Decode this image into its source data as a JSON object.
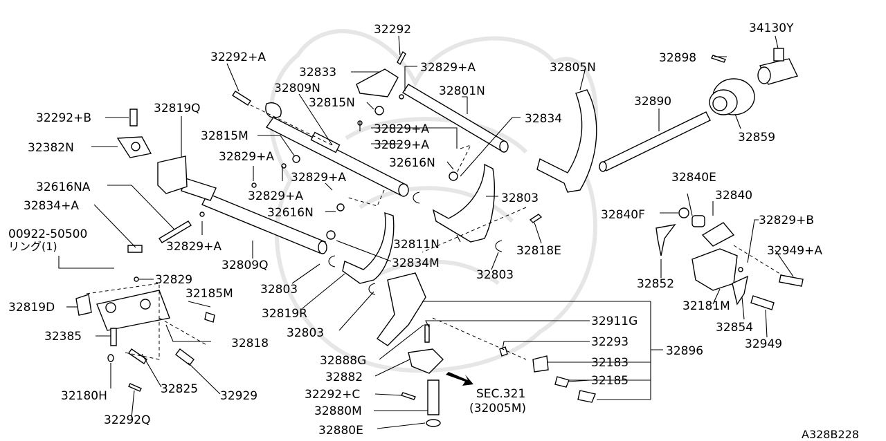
{
  "diagram_id": "A328B228",
  "labels": {
    "l32292": "32292",
    "l32292_a": "32292+A",
    "l32833": "32833",
    "l32829_a_top": "32829+A",
    "l32809n": "32809N",
    "l32801n": "32801N",
    "l32815n": "32815N",
    "l32805n": "32805N",
    "l34130y": "34130Y",
    "l32898": "32898",
    "l32890": "32890",
    "l32859": "32859",
    "l32292_b": "32292+B",
    "l32819q": "32819Q",
    "l32382n": "32382N",
    "l32815m": "32815M",
    "l32829_a_mid1": "32829+A",
    "l32829_a_mid2": "32829+A",
    "l32834": "32834",
    "l32829_a_left1": "32829+A",
    "l32829_a_left2": "32829+A",
    "l32616n_right": "32616N",
    "l32829_a_left3": "32829+A",
    "l32616na": "32616NA",
    "l32616n_left": "32616N",
    "l32803_right": "32803",
    "l32840e": "32840E",
    "l32840": "32840",
    "l32834_a": "32834+A",
    "l32840f": "32840F",
    "l32829_b": "32829+B",
    "l00922": "00922-50500",
    "l_ring": "リング(1)",
    "l32829_a_low": "32829+A",
    "l32811n": "32811N",
    "l32818e": "32818E",
    "l32949_a": "32949+A",
    "l32809q": "32809Q",
    "l32834m": "32834M",
    "l32803_mid": "32803",
    "l32829": "32829",
    "l32803_left": "32803",
    "l32852": "32852",
    "l32185m": "32185M",
    "l32819d": "32819D",
    "l32819r": "32819R",
    "l32181m": "32181M",
    "l32911g": "32911G",
    "l32803_low": "32803",
    "l32854": "32854",
    "l32385": "32385",
    "l32818": "32818",
    "l32293": "32293",
    "l32949": "32949",
    "l32896": "32896",
    "l32888g": "32888G",
    "l32183": "32183",
    "l32882": "32882",
    "l32180h": "32180H",
    "l32825": "32825",
    "l32929": "32929",
    "l32185": "32185",
    "l32292_c": "32292+C",
    "l_sec321": "SEC.321",
    "l_sec_sub": "(32005M)",
    "l32880m": "32880M",
    "l32292q": "32292Q",
    "l32880e": "32880E"
  }
}
